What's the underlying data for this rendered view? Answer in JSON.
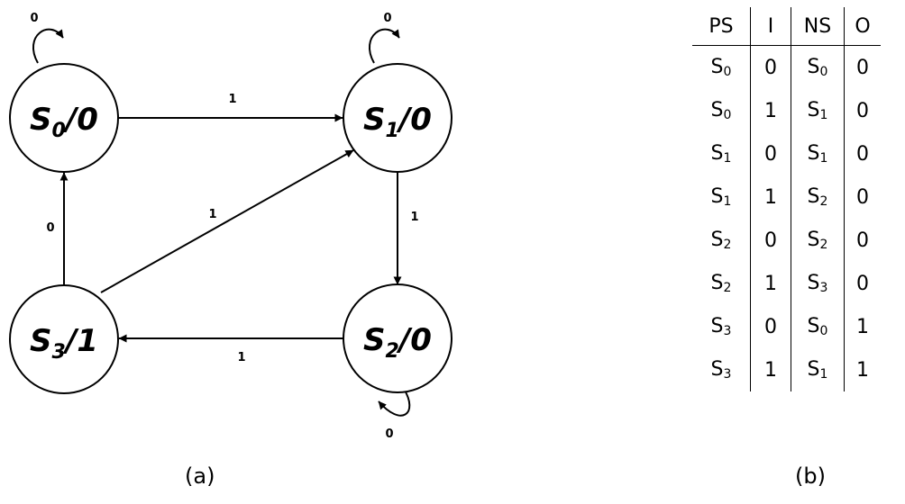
{
  "diagram": {
    "states": [
      {
        "id": "s0",
        "name": "S",
        "sub": "0",
        "output": "/0"
      },
      {
        "id": "s1",
        "name": "S",
        "sub": "1",
        "output": "/0"
      },
      {
        "id": "s2",
        "name": "S",
        "sub": "2",
        "output": "/0"
      },
      {
        "id": "s3",
        "name": "S",
        "sub": "3",
        "output": "/1"
      }
    ],
    "edges": [
      {
        "from": "s0",
        "to": "s0",
        "label": "0"
      },
      {
        "from": "s0",
        "to": "s1",
        "label": "1"
      },
      {
        "from": "s1",
        "to": "s1",
        "label": "0"
      },
      {
        "from": "s1",
        "to": "s2",
        "label": "1"
      },
      {
        "from": "s2",
        "to": "s2",
        "label": "0"
      },
      {
        "from": "s2",
        "to": "s3",
        "label": "1"
      },
      {
        "from": "s3",
        "to": "s0",
        "label": "0"
      },
      {
        "from": "s3",
        "to": "s1",
        "label": "1"
      }
    ],
    "caption": "(a)"
  },
  "table": {
    "headers": [
      "PS",
      "I",
      "NS",
      "O"
    ],
    "rows": [
      {
        "ps": "S",
        "ps_sub": "0",
        "i": "0",
        "ns": "S",
        "ns_sub": "0",
        "o": "0"
      },
      {
        "ps": "S",
        "ps_sub": "0",
        "i": "1",
        "ns": "S",
        "ns_sub": "1",
        "o": "0"
      },
      {
        "ps": "S",
        "ps_sub": "1",
        "i": "0",
        "ns": "S",
        "ns_sub": "1",
        "o": "0"
      },
      {
        "ps": "S",
        "ps_sub": "1",
        "i": "1",
        "ns": "S",
        "ns_sub": "2",
        "o": "0"
      },
      {
        "ps": "S",
        "ps_sub": "2",
        "i": "0",
        "ns": "S",
        "ns_sub": "2",
        "o": "0"
      },
      {
        "ps": "S",
        "ps_sub": "2",
        "i": "1",
        "ns": "S",
        "ns_sub": "3",
        "o": "0"
      },
      {
        "ps": "S",
        "ps_sub": "3",
        "i": "0",
        "ns": "S",
        "ns_sub": "0",
        "o": "1"
      },
      {
        "ps": "S",
        "ps_sub": "3",
        "i": "1",
        "ns": "S",
        "ns_sub": "1",
        "o": "1"
      }
    ],
    "caption": "(b)"
  }
}
